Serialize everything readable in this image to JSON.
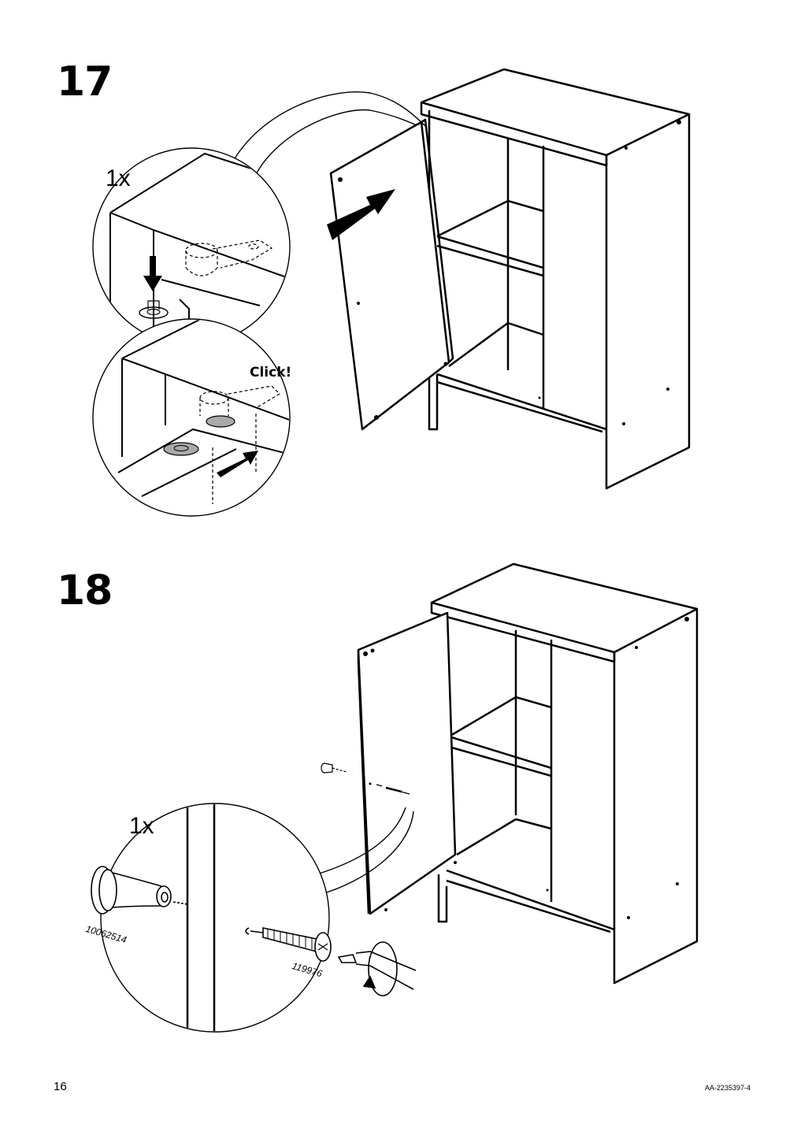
{
  "steps": [
    {
      "number": "17",
      "quantity": "1x",
      "callout": "Click!"
    },
    {
      "number": "18",
      "quantity": "1x",
      "part_numbers": [
        "10062514",
        "119976"
      ]
    }
  ],
  "footer": {
    "page_number": "16",
    "document_id": "AA-2235397-4"
  }
}
